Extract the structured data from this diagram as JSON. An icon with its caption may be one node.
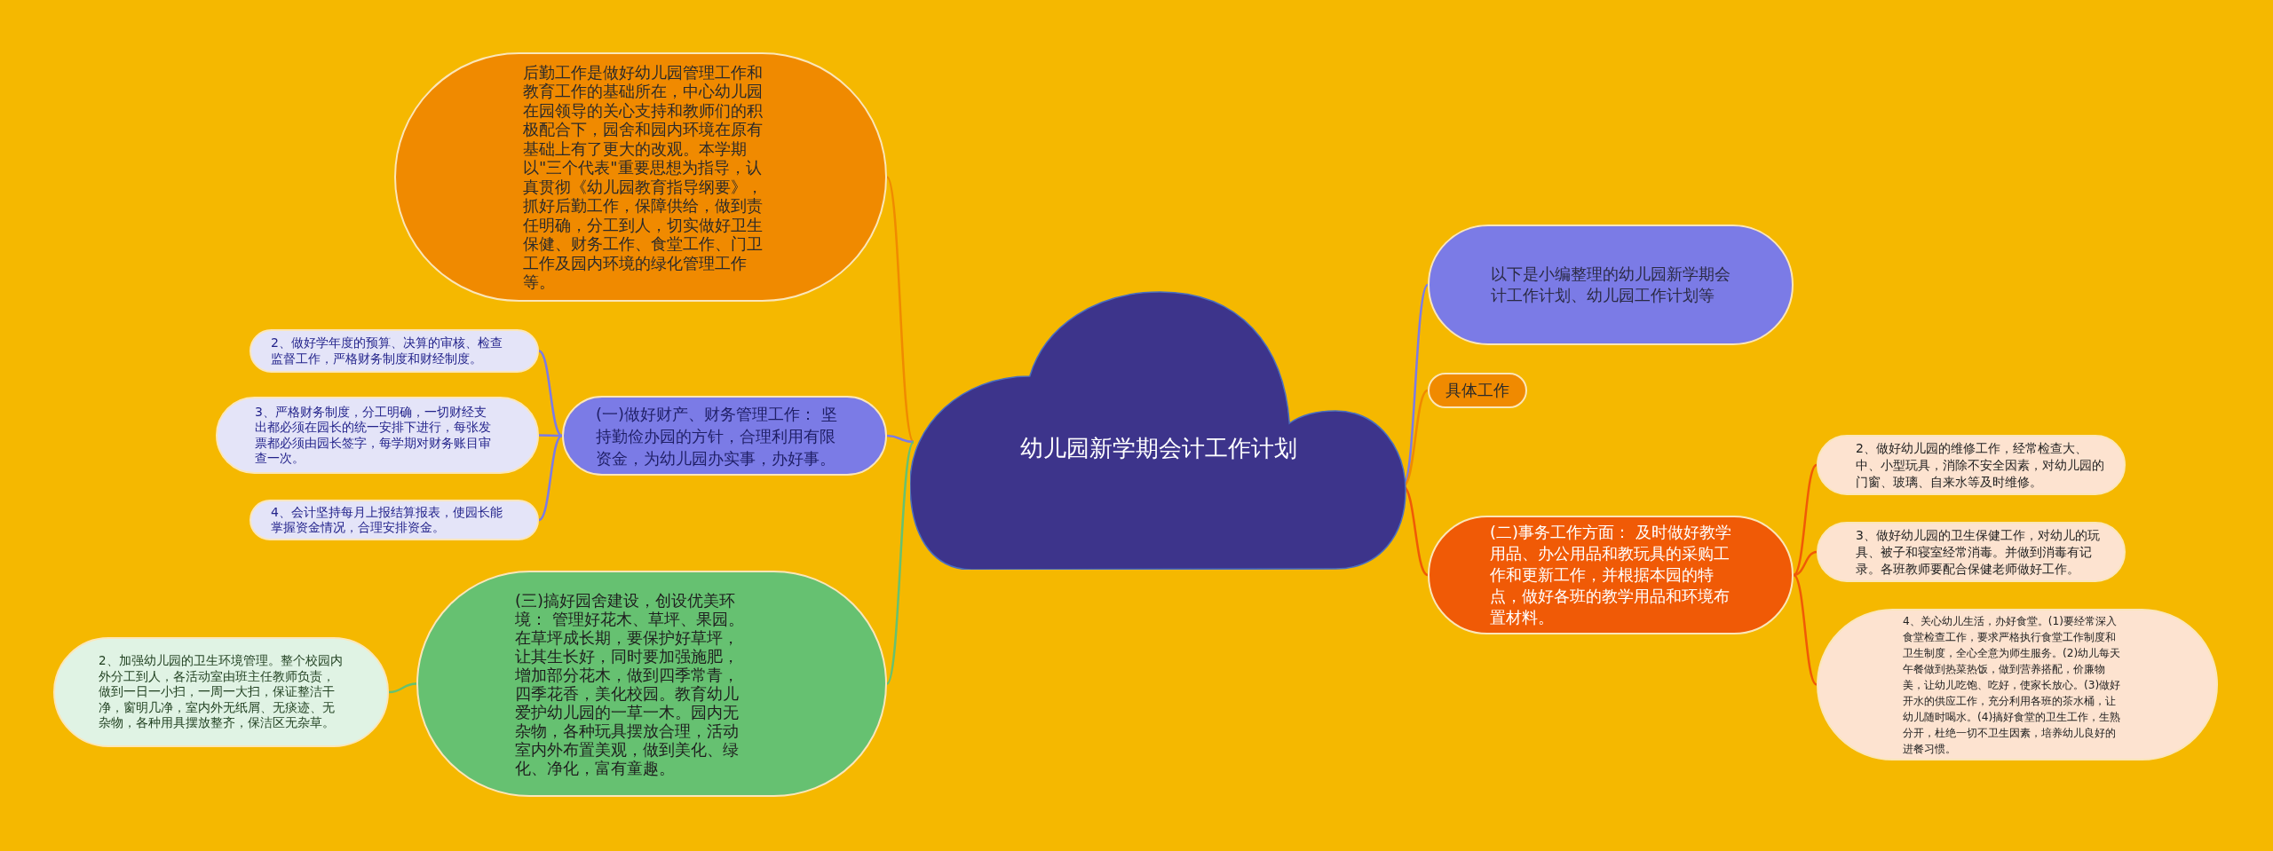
{
  "diagram": {
    "nodes": [
      {
        "text": [
          "幼儿园新学期会计工作计划"
        ]
      },
      {
        "text": [
          "后勤工作是做好幼儿园管理工作和教育工作的基础所在，中心幼儿园在园领导的关心支持和教师们的积极配合下，园舍和园内环境在原有基础上有了更大的改观。本学期以\"三个代表\"重要思想为指导，认真贯彻《幼儿园教育指导纲要》，抓好后勤工作，保障供给，做到责任明确，分工到人，切实做好卫生保健、财务工作、食堂工作、门卫工作及园内环境的绿化管理工作等。"
        ]
      },
      {
        "text": [
          "(一)做好财产、财务管理工作： 坚持勤俭办园的方针，合理利用有限资金，为幼儿园办实事，办好事。"
        ]
      },
      {
        "text": [
          "2、做好学年度的预算、决算的审核、检查监督工作，严格财务制度和财经制度。"
        ]
      },
      {
        "text": [
          "3、严格财务制度，分工明确，一切财经支出都必须在园长的统一安排下进行，每张发票都必须由园长签字，每学期对财务账目审查一次。"
        ]
      },
      {
        "text": [
          "4、会计坚持每月上报结算报表，使园长能掌握资金情况，合理安排资金。"
        ]
      },
      {
        "text": [
          "(三)搞好园舍建设，创设优美环境： 管理好花木、草坪、果园。在草坪成长期，要保护好草坪，让其生长好，同时要加强施肥，增加部分花木，做到四季常青，四季花香，美化校园。教育幼儿爱护幼儿园的一草一木。园内无杂物，各种玩具摆放合理，活动室内外布置美观，做到美化、绿化、净化，富有童趣。"
        ]
      },
      {
        "text": [
          "2、加强幼儿园的卫生环境管理。整个校园内外分工到人，各活动室由班主任教师负责，做到一日一小扫，一周一大扫，保证整洁干净，窗明几净，室内外无纸屑、无痰迹、无杂物，各种用具摆放整齐，保洁区无杂草。"
        ]
      },
      {
        "text": [
          "以下是小编整理的幼儿园新学期会计工作计划、幼儿园工作计划等"
        ]
      },
      {
        "text": [
          "具体工作"
        ]
      },
      {
        "text": [
          "(二)事务工作方面： 及时做好教学用品、办公用品和教玩具的采购工作和更新工作，并根据本园的特点，做好各班的教学用品和环境布置材料。"
        ]
      },
      {
        "text": [
          "2、做好幼儿园的维修工作，经常检查大、中、小型玩具，消除不安全因素，对幼儿园的门窗、玻璃、自来水等及时维修。"
        ]
      },
      {
        "text": [
          "3、做好幼儿园的卫生保健工作，对幼儿的玩具、被子和寝室经常消毒。并做到消毒有记录。各班教师要配合保健老师做好工作。"
        ]
      },
      {
        "text": [
          "4、关心幼儿生活，办好食堂。(1)要经常深入食堂检查工作，要求严格执行食堂工作制度和卫生制度，全心全意为师生服务。(2)幼儿每天午餐做到热菜热饭，做到营养搭配，价廉物美，让幼儿吃饱、吃好，使家长放心。(3)做好开水的供应工作，充分利用各班的茶水桶，让幼儿随时喝水。(4)搞好食堂的卫生工作，生熟分开，杜绝一切不卫生因素，培养幼儿良好的进餐习惯。"
        ]
      }
    ],
    "edges": [
      {
        "from": 0,
        "to": 1,
        "arrow": "none",
        "color": "#f08a00"
      },
      {
        "from": 0,
        "to": 2,
        "arrow": "none",
        "color": "#7b7be6"
      },
      {
        "from": 2,
        "to": 3,
        "arrow": "none",
        "color": "#7b7be6"
      },
      {
        "from": 2,
        "to": 4,
        "arrow": "none",
        "color": "#7b7be6"
      },
      {
        "from": 2,
        "to": 5,
        "arrow": "none",
        "color": "#7b7be6"
      },
      {
        "from": 0,
        "to": 6,
        "arrow": "none",
        "color": "#66c171"
      },
      {
        "from": 6,
        "to": 7,
        "arrow": "none",
        "color": "#66c171"
      },
      {
        "from": 0,
        "to": 8,
        "arrow": "none",
        "color": "#7b7be6"
      },
      {
        "from": 0,
        "to": 9,
        "arrow": "none",
        "color": "#f08a00"
      },
      {
        "from": 0,
        "to": 10,
        "arrow": "none",
        "color": "#f05a06"
      },
      {
        "from": 10,
        "to": 11,
        "arrow": "none",
        "color": "#f05a06"
      },
      {
        "from": 10,
        "to": 12,
        "arrow": "none",
        "color": "#f05a06"
      },
      {
        "from": 10,
        "to": 13,
        "arrow": "none",
        "color": "#f05a06"
      }
    ]
  }
}
